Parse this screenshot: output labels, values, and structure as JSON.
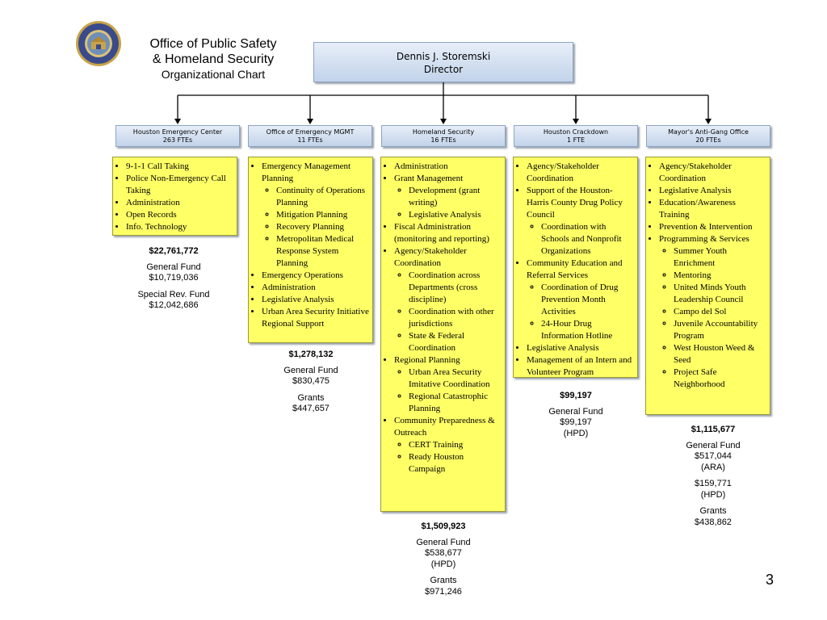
{
  "header": {
    "title_line1": "Office of Public Safety",
    "title_line2": "& Homeland Security",
    "subtitle": "Organizational Chart"
  },
  "director": {
    "name": "Dennis J. Storemski",
    "role": "Director"
  },
  "departments": [
    {
      "name": "Houston Emergency Center",
      "ftes": "263 FTEs",
      "duties": [
        {
          "text": "9-1-1 Call Taking"
        },
        {
          "text": "Police Non-Emergency Call Taking"
        },
        {
          "text": "Administration"
        },
        {
          "text": "Open Records"
        },
        {
          "text": "Info. Technology"
        }
      ],
      "budget": {
        "total": "$22,761,772",
        "funds": [
          {
            "label": "General Fund",
            "amount": "$10,719,036"
          },
          {
            "label": "Special Rev. Fund",
            "amount": "$12,042,686"
          }
        ]
      }
    },
    {
      "name": "Office of Emergency MGMT",
      "ftes": "11 FTEs",
      "duties": [
        {
          "text": "Emergency Management Planning",
          "sub": [
            "Continuity of Operations Planning",
            "Mitigation Planning",
            "Recovery Planning",
            "Metropolitan Medical Response System Planning"
          ]
        },
        {
          "text": "Emergency Operations"
        },
        {
          "text": "Administration"
        },
        {
          "text": "Legislative Analysis"
        },
        {
          "text": "Urban Area Security Initiative Regional Support"
        }
      ],
      "budget": {
        "total": "$1,278,132",
        "funds": [
          {
            "label": "General Fund",
            "amount": "$830,475"
          },
          {
            "label": "Grants",
            "amount": "$447,657"
          }
        ]
      }
    },
    {
      "name": "Homeland Security",
      "ftes": "16 FTEs",
      "duties": [
        {
          "text": "Administration"
        },
        {
          "text": "Grant Management",
          "sub": [
            "Development (grant writing)",
            "Legislative Analysis"
          ]
        },
        {
          "text": "Fiscal Administration (monitoring and reporting)"
        },
        {
          "text": "Agency/Stakeholder Coordination",
          "sub": [
            "Coordination across Departments (cross discipline)",
            "Coordination with other jurisdictions",
            "State & Federal Coordination"
          ]
        },
        {
          "text": "Regional Planning",
          "sub": [
            "Urban Area Security Imitative Coordination",
            "Regional Catastrophic Planning"
          ]
        },
        {
          "text": "Community Preparedness & Outreach",
          "sub": [
            "CERT Training",
            "Ready Houston Campaign"
          ]
        }
      ],
      "budget": {
        "total": "$1,509,923",
        "funds": [
          {
            "label": "General Fund",
            "amount": "$538,677",
            "note": "(HPD)"
          },
          {
            "label": "Grants",
            "amount": "$971,246"
          }
        ]
      }
    },
    {
      "name": "Houston Crackdown",
      "ftes": "1 FTE",
      "duties": [
        {
          "text": "Agency/Stakeholder Coordination"
        },
        {
          "text": "Support of the Houston-Harris County Drug Policy Council",
          "sub": [
            "Coordination with Schools and Nonprofit Organizations"
          ]
        },
        {
          "text": "Community Education and Referral Services",
          "sub": [
            "Coordination of Drug Prevention Month Activities",
            "24-Hour Drug Information Hotline"
          ]
        },
        {
          "text": "Legislative Analysis"
        },
        {
          "text": "Management of an Intern and Volunteer Program"
        }
      ],
      "budget": {
        "total": "$99,197",
        "funds": [
          {
            "label": "General Fund",
            "amount": "$99,197",
            "note": "(HPD)"
          }
        ]
      }
    },
    {
      "name": "Mayor's Anti-Gang Office",
      "ftes": "20 FTEs",
      "duties": [
        {
          "text": "Agency/Stakeholder Coordination"
        },
        {
          "text": "Legislative Analysis"
        },
        {
          "text": "Education/Awareness Training"
        },
        {
          "text": "Prevention & Intervention"
        },
        {
          "text": "Programming & Services",
          "sub": [
            "Summer Youth Enrichment",
            "Mentoring",
            "United Minds Youth Leadership Council",
            "Campo del Sol",
            "Juvenile Accountability Program",
            "West Houston Weed & Seed",
            "Project Safe Neighborhood"
          ]
        }
      ],
      "budget": {
        "total": "$1,115,677",
        "funds": [
          {
            "label": "General Fund",
            "amount": "$517,044",
            "note": "(ARA)"
          },
          {
            "label": "",
            "amount": "$159,771",
            "note": "(HPD)"
          },
          {
            "label": "Grants",
            "amount": "$438,862"
          }
        ]
      }
    }
  ],
  "page_number": "3",
  "colors": {
    "box_gradient_top": "#e7eef8",
    "box_gradient_bottom": "#c2d3ea",
    "duties_fill": "#ffff66",
    "seal_blue": "#3a4a8a",
    "seal_gold": "#c8a449"
  }
}
